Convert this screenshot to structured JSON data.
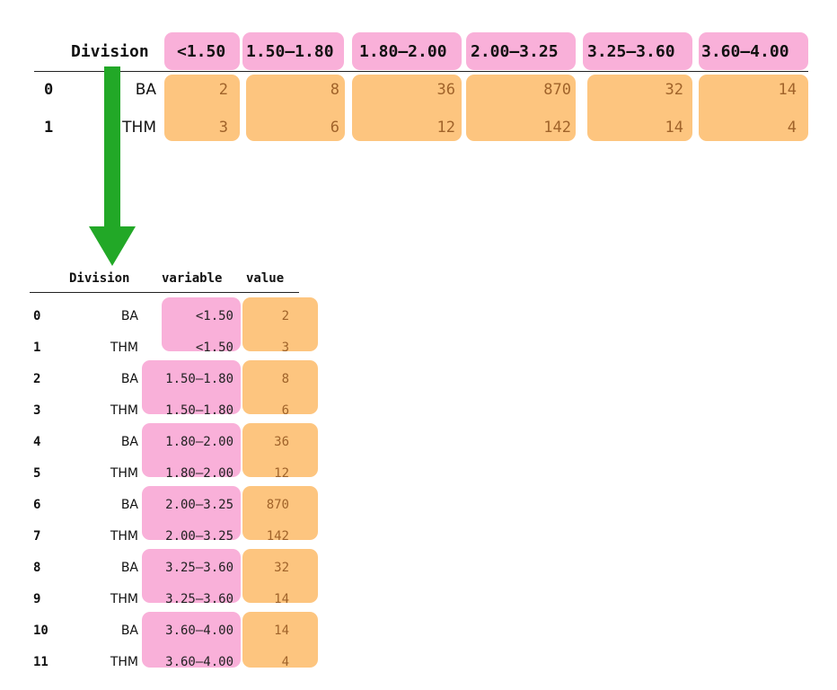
{
  "wide_table": {
    "index_header": "Division",
    "columns": [
      "<1.50",
      "1.50–1.80",
      "1.80–2.00",
      "2.00–3.25",
      "3.25–3.60",
      "3.60–4.00"
    ],
    "rows": [
      {
        "index": "0",
        "division": "BA",
        "values": [
          "2",
          "8",
          "36",
          "870",
          "32",
          "14"
        ]
      },
      {
        "index": "1",
        "division": "THM",
        "values": [
          "3",
          "6",
          "12",
          "142",
          "14",
          "4"
        ]
      }
    ]
  },
  "arrow": {
    "color": "#22a827"
  },
  "long_table": {
    "headers": [
      "Division",
      "variable",
      "value"
    ],
    "rows": [
      {
        "index": "0",
        "division": "BA",
        "variable": "<1.50",
        "value": "2"
      },
      {
        "index": "1",
        "division": "THM",
        "variable": "<1.50",
        "value": "3"
      },
      {
        "index": "2",
        "division": "BA",
        "variable": "1.50–1.80",
        "value": "8"
      },
      {
        "index": "3",
        "division": "THM",
        "variable": "1.50–1.80",
        "value": "6"
      },
      {
        "index": "4",
        "division": "BA",
        "variable": "1.80–2.00",
        "value": "36"
      },
      {
        "index": "5",
        "division": "THM",
        "variable": "1.80–2.00",
        "value": "12"
      },
      {
        "index": "6",
        "division": "BA",
        "variable": "2.00–3.25",
        "value": "870"
      },
      {
        "index": "7",
        "division": "THM",
        "variable": "2.00–3.25",
        "value": "142"
      },
      {
        "index": "8",
        "division": "BA",
        "variable": "3.25–3.60",
        "value": "32"
      },
      {
        "index": "9",
        "division": "THM",
        "variable": "3.25–3.60",
        "value": "14"
      },
      {
        "index": "10",
        "division": "BA",
        "variable": "3.60–4.00",
        "value": "14"
      },
      {
        "index": "11",
        "division": "THM",
        "variable": "3.60–4.00",
        "value": "4"
      }
    ]
  },
  "colors": {
    "column_highlight": "#f9b0d9",
    "value_highlight": "#fdc57f"
  }
}
